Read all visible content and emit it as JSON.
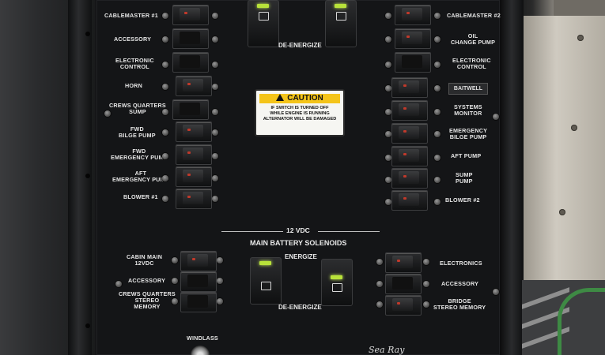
{
  "top_left_labels": [
    "CABLEMASTER #1",
    "ACCESSORY",
    "ELECTRONIC\nCONTROL",
    "HORN",
    "CREWS QUARTERS\nSUMP",
    "FWD\nBILGE PUMP",
    "FWD\nEMERGENCY PUMP",
    "AFT\nEMERGENCY PUMP",
    "BLOWER #1"
  ],
  "top_right_labels": [
    "CABLEMASTER #2",
    "OIL\nCHANGE PUMP",
    "ELECTRONIC\nCONTROL",
    "SYSTEMS\nMONITOR",
    "EMERGENCY\nBILGE PUMP",
    "AFT PUMP",
    "SUMP\nPUMP",
    "BLOWER #2"
  ],
  "badge": "BAITWELL",
  "deenergize_top": "DE-ENERGIZE",
  "caution": {
    "title": "CAUTION",
    "body": "IF SWITCH IS TURNED OFF\nWHILE ENGINE IS RUNNING\nALTERNATOR WILL BE DAMAGED"
  },
  "section": {
    "volts": "12 VDC",
    "title": "MAIN BATTERY SOLENOIDS",
    "energize": "ENERGIZE",
    "deenergize": "DE-ENERGIZE"
  },
  "bottom_left_labels": [
    "CABIN MAIN\n12VDC",
    "ACCESSORY",
    "CREWS QUARTERS\nSTEREO\nMEMORY"
  ],
  "bottom_right_labels": [
    "ELECTRONICS",
    "ACCESSORY",
    "BRIDGE\nSTEREO MEMORY"
  ],
  "windlass": "WINDLASS",
  "logo": "Sea Ray",
  "colors": {
    "indicator": "#b8e23a",
    "caution_yellow": "#f4c419"
  }
}
